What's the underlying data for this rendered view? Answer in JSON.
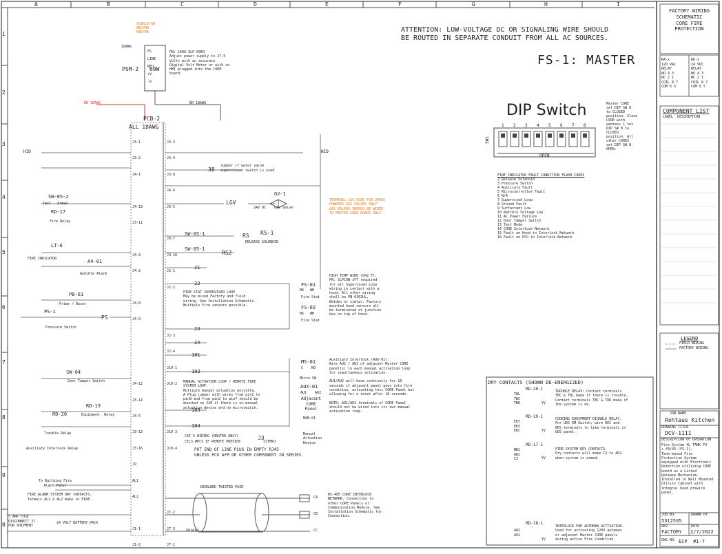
{
  "columns": [
    "A",
    "B",
    "C",
    "D",
    "E",
    "F",
    "G",
    "H",
    "I"
  ],
  "rows": [
    "1",
    "2",
    "3",
    "4",
    "5",
    "6",
    "7",
    "8",
    "9",
    "0"
  ],
  "attention": [
    "ATTENTION: LOW-VOLTAGE DC OR SIGNALING WIRE SHOULD",
    "BE ROUTED IN SEPARATE CONDUIT FROM ALL AC SOURCES."
  ],
  "sheet_title": "FS-1: MASTER",
  "dip": {
    "title": "DIP Switch",
    "numbers": [
      "1",
      "2",
      "3",
      "4",
      "5",
      "6",
      "7",
      "8"
    ],
    "label": "SW1",
    "open": "OPEN",
    "note": [
      "Master CORE",
      "set DIP SW 8",
      "to CLOSED",
      "position. Slave",
      "CORE with",
      "address 1 set",
      "DIP SW 8 to",
      "CLOSED",
      "position. All",
      "other CORES",
      "set DIP SW 8",
      "OPEN."
    ]
  },
  "fault_codes": {
    "title": "FIRE INDICATOR FAULT CONDITION FLASH CODES",
    "items": [
      "2    Release Solenoid",
      "3    Pressure Switch",
      "4    Auxiliary Fault",
      "5    Microcontroller Fault",
      "6    N/A",
      "7    Supervised Loop",
      "8    Ground Fault",
      "9    Surfactant Low",
      "10   Battery Voltage Low",
      "11   AC Power Failure",
      "12   Door Tamper Switch",
      "13   Test Mode",
      "14   CORE Interlock Network",
      "15   Fault on Hood in Interlock Network",
      "16   Fault on PCU in Interlock Network"
    ]
  },
  "psu": {
    "wires": [
      "SHIELD/GR",
      "NEU/WH",
      "HID/BK"
    ],
    "gauge": "16AWG",
    "name": "PSM-2",
    "watts": "60W",
    "terms": [
      "FG",
      "LINE",
      "NEU",
      "+V",
      "-V"
    ],
    "note": [
      "PN: 1606-XLP-60EQ",
      "Adjust power supply to 27.5",
      "Volts with an accurate",
      "Digital Volt Meter or with on",
      "HMI plugged into the CORE",
      "board."
    ]
  },
  "pcb": {
    "name": "PCB-2",
    "gauge": "ALL 18AWG",
    "left_terms": [
      "J3-1",
      "J3-2",
      "J4-1",
      "",
      "J4-13",
      "J3-11",
      "",
      "J4-3",
      "J4-2",
      "",
      "J4-8",
      "J4-9",
      "",
      "",
      "",
      "J4-12",
      "J3-14",
      "J4-5",
      "J3-13",
      "J3-16",
      "J9",
      "AL1",
      "AL2",
      "",
      "J1-1",
      "J1-2"
    ],
    "right_terms": [
      "J3-3",
      "J3-4",
      "J3-8",
      "J4-6",
      "J3-5",
      "",
      "J3-7",
      "J3-10",
      "J2-1",
      "J2-2",
      "",
      "",
      "J2-3",
      "J2-4",
      "J10-1",
      "J10-2",
      "",
      "",
      "J10-3",
      "J10-4",
      "",
      "",
      "",
      "J7-2",
      "J7-3",
      "J7-1"
    ]
  },
  "wire_labels": {
    "red18": "RD 18AWG",
    "bk18": "BK 18AWG",
    "jumper": [
      "Jumper if water valve",
      "supervision switch is used"
    ],
    "j38": "38",
    "lgv": "LGV",
    "gv": "GV-1",
    "gv_label": "24V DC    Gas Valve",
    "lgv_note": [
      "TERMINAL LGV USED FOR 24VDC",
      "POWERED GAS VALVES ONLY",
      "GAS VALVES SHOULD BE WIRED",
      "TO MASTER CORE BOARD ONLY"
    ],
    "nid": "NID",
    "rs": "RS-1",
    "rs_label": "RELEASE SOLENOID",
    "rs2": "RS2",
    "rsx": "RS",
    "n21": "21",
    "n22": "22",
    "n23": "23",
    "n24": "24",
    "n101": "101",
    "n102": "102",
    "n103": "103",
    "n104": "104",
    "firestat_loop": [
      "FIRE STAT SUPERVISED LOOP",
      "May be mixed Factory and field",
      "wiring.  See Installation Schematic.",
      "Multiple fire sensors possible."
    ],
    "fs01": "FS-01",
    "fs02": "FS-02",
    "firestat": "Fire Stat",
    "bkwh": "BK   WH",
    "hightemp": [
      "HIGH TEMP WIRE (842 F).",
      "PN: SLPCON-xFT required",
      "for all Supervised Loop",
      "wiring in contact with a",
      "hood. All other wiring",
      "shall be PN 6303UL,",
      "Belden or simlar. Factory",
      "mounted hood sensors all",
      "be terminated at junction",
      "box on top of hood."
    ],
    "manual": [
      "MANUAL ACTUATION LOOP / REMOTE FIRE",
      "SYSTEM LOOP.",
      "Multiple manual actuation possible.",
      "A Plug jumper with wires from pin1 to",
      "pin8 and from pin2 to pin7 should be",
      "mounted on J10 if there is no manual",
      "actuation device and no microswitch."
    ],
    "ms01": "MS-01",
    "ms_c_no": "C    NO",
    "micro": "Micro SW",
    "aux01": "AUX-01",
    "aux": "AU1    AU2",
    "adj": [
      "Adjacent",
      "CORE",
      "Panel"
    ],
    "mab": "MAB-01",
    "manual_dev": [
      "Manual",
      "Actuation",
      "Device"
    ],
    "aux_note": [
      "Auxiliary Interlock (AUX-01):",
      "Wire AU1 / AU2 of adjacent Master CORE",
      "panel(s) in each manual activation loop",
      "for simultaneous activation.",
      "",
      "AU1/AU2 will have continuity for 10",
      "seconds if adjacent panel goes into fire",
      "condition, activating this CORE Panel but",
      "allowing for a reset after 10 seconds.",
      "",
      "NOTE: AU1/AU2 terminals of CORE Panel",
      "should not be wired into its own manual",
      "activation loop."
    ],
    "cat5": "CAT-5 WIRING (MASTER ONLY)",
    "cat5b": "CELS #PCS IF REMOTE PREVIDE           CCFMRJ",
    "j3": "J3",
    "eol": [
      "PUT END OF LINE PLUG IN EMPTY RJ45",
      "UNLESS PCU AFM OR OTHER COMPONENT IN SERIES."
    ],
    "shielded": "SHIELDED TWISTED PAIR",
    "ca": "CA",
    "cb": "CB",
    "cc": "CC",
    "rs485": [
      "RS-485 CORE INTERLOCK",
      "NETWORK. Connection to",
      "other CORE Panels or",
      "Communication Module.  See",
      "Installation Schematic for",
      "Connection."
    ],
    "shield": "Shield"
  },
  "left_devices": {
    "hid": "HID",
    "sw052": "SW-05-2",
    "test_armed": "Test   Armed",
    "rd17": "RD-17",
    "fire_relay": "Fire Relay",
    "lt6": "LT-6",
    "fire_ind": "FIRE INDICATOR",
    "a401": "A4-01",
    "alarm": "Audible Alarm",
    "pb01": "PB-01",
    "prime": "Prime / Reset",
    "ps1": "PS-1",
    "ps": "PS",
    "pressure": "Pressure Switch",
    "sw04": "SW-04",
    "door": "Door Tamper Switch",
    "rd19": "RD-19",
    "rd20": "RD-20",
    "equip": "Equipment  Relay",
    "trouble": "Trouble Relay",
    "aux_relay": "Auxiliary Interlock Relay",
    "bldg": [
      "To Building Fire",
      "Alarm Panel"
    ],
    "fire_alarm": [
      "FIRE ALARM SYSTEM DRY CONTACTS.",
      "Termals AL1 & AL2 make in FIRE."
    ],
    "fuse": [
      "5 AMP FUSE",
      "DISCONNECT J1",
      "FOR SHIPMENT"
    ],
    "battery": "24 VOLT BATTERY PACK",
    "sw05": "SW-05-1",
    "sw051": "SW-05-1"
  },
  "dry_contacts": {
    "title": "DRY CONTACTS (SHOWN DE-ENERGIZED)",
    "rd201": "RD-20-1",
    "rd201_text": [
      "TROUBLE RELAY: Contact terminals",
      "TBC & TBL make if there is trouble.",
      "Contact terminals TBC & TDK make if",
      "the system is ok."
    ],
    "rd191": "RD-19-1",
    "rd191_text": [
      "COOKING EQUIPMENT DISABLE RELAY.",
      "For UDS KM Switch, wire EKC and",
      "EKS terminals to like terminals in",
      "UDS panel."
    ],
    "rd171": "RD-17-1",
    "rd171_text": [
      "FIRE SYSTEM DRY CONTACTS.",
      "Dry contacts will make C2 to AR2",
      "when system is armed."
    ],
    "rd181": "RD-18-1",
    "rd181_text": [
      "INTERLOCK FOR AUTOMAN ACTIVATION.",
      "Used for activating 120V automan",
      "or adjacent Master CORE panels",
      "during active Fire Condition."
    ],
    "labels1": [
      "TBL",
      "TBC",
      "TBK"
    ],
    "labels2": [
      "EKT",
      "EKS",
      "EKC"
    ],
    "labels3": [
      "NR2",
      "AR2",
      "C2"
    ],
    "labels4": [
      "AU2",
      "AU1"
    ],
    "yv": "YV"
  },
  "title_block": {
    "header": [
      "FACTORY WIRING",
      "SCHEMATIC",
      "CORE FIRE",
      "PROTECTION"
    ],
    "relay_a": [
      "RA-x",
      "120 VAC",
      "RELAY",
      "NO 4 3",
      "NC 2 1",
      "COIL 8 7",
      "COM 6 5"
    ],
    "relay_b": [
      "RD-x",
      "24 VDC",
      "RELAY",
      "NO 4 3",
      "NC 2 1",
      "COIL 8 7",
      "COM 6 5"
    ],
    "component_list": "COMPONENT LIST",
    "cl_cols": "LABEL  DESCRIPTION",
    "legend": "LEGEND",
    "legend_field": "FIELD WIRING",
    "legend_factory": "FACTORY WIRING",
    "job_name_label": "JOB NAME",
    "job_name": "Rohtaus Kitchen",
    "drawing_label": "DRAWING TITLE",
    "drawing": "DCV-1111",
    "desc_label": "DESCRIPTION OF OPERATION",
    "desc": [
      "Fire System 4L TANK FS",
      "+ 43/43 (FS-1).",
      "Tank-based Fire",
      "Protection System",
      "equipped with Electronic",
      "Detection utilizing CORE",
      "board as a Listed",
      "Release Mechanism.",
      "Installed in Wall Mounted",
      "Utility Cabinet with",
      "integral hood prewire",
      "panel."
    ],
    "job_no_label": "JOB NO.",
    "job_no": "5312595",
    "drawn_label": "DRAWN BY",
    "rev_label": "REV",
    "rev": "FACTORY",
    "date_label": "DATE",
    "date": "2/7/2022",
    "dwg_label": "DWG NO.",
    "dwg": "ECP  #1-7"
  }
}
